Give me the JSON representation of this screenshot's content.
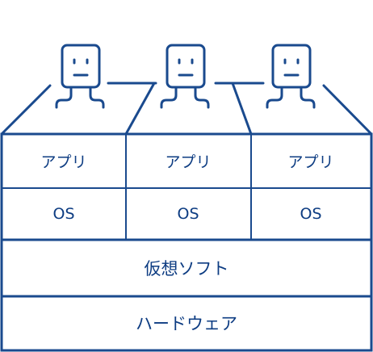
{
  "colors": {
    "line": "#1a4a8e",
    "text": "#0d3c82",
    "background": "#ffffff"
  },
  "robots": [
    {
      "icon": "robot-icon"
    },
    {
      "icon": "robot-icon"
    },
    {
      "icon": "robot-icon"
    }
  ],
  "columns": [
    {
      "app": "アプリ",
      "os": "OS"
    },
    {
      "app": "アプリ",
      "os": "OS"
    },
    {
      "app": "アプリ",
      "os": "OS"
    }
  ],
  "virtualization_layer": "仮想ソフト",
  "hardware_layer": "ハードウェア"
}
